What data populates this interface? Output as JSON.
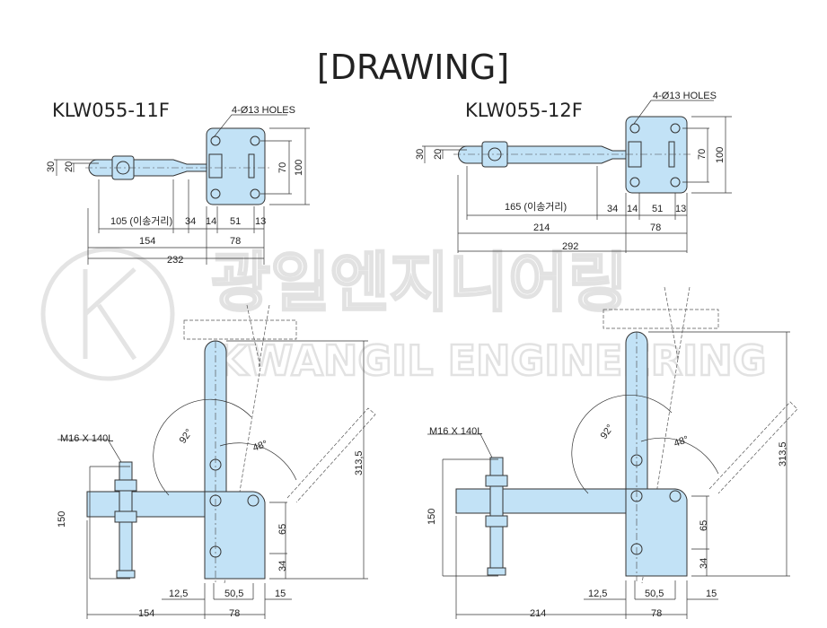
{
  "title": "[DRAWING]",
  "watermark": {
    "korean": "광일엔지니어링",
    "english": "KWANGIL ENGINEERING",
    "logo_letter": "K"
  },
  "left": {
    "model": "KLW055-11F",
    "holes": "4-Ø13 HOLES",
    "top_dims": {
      "d30": "30",
      "d20": "20",
      "stroke": "105 (이송거리)",
      "d34": "34",
      "d14": "14",
      "d51": "51",
      "d13": "13",
      "d154": "154",
      "d78": "78",
      "d232": "232",
      "d70": "70",
      "d100": "100"
    },
    "side_dims": {
      "bolt": "M16 X 140L",
      "a92": "92°",
      "a48": "48°",
      "h313": "313,5",
      "h150": "150",
      "d65": "65",
      "d34": "34",
      "d125": "12,5",
      "d505": "50,5",
      "d15": "15",
      "d154": "154",
      "d78": "78"
    }
  },
  "right": {
    "model": "KLW055-12F",
    "holes": "4-Ø13 HOLES",
    "top_dims": {
      "d30": "30",
      "d20": "20",
      "stroke": "165 (이송거리)",
      "d34": "34",
      "d14": "14",
      "d51": "51",
      "d13": "13",
      "d214": "214",
      "d78": "78",
      "d292": "292",
      "d70": "70",
      "d100": "100"
    },
    "side_dims": {
      "bolt": "M16 X 140L",
      "a92": "92°",
      "a48": "48°",
      "h313": "313,5",
      "h150": "150",
      "d65": "65",
      "d34": "34",
      "d125": "12,5",
      "d505": "50,5",
      "d15": "15",
      "d214": "214",
      "d78": "78"
    }
  },
  "colors": {
    "part_fill": "#c2e2f6",
    "line": "#333333"
  }
}
